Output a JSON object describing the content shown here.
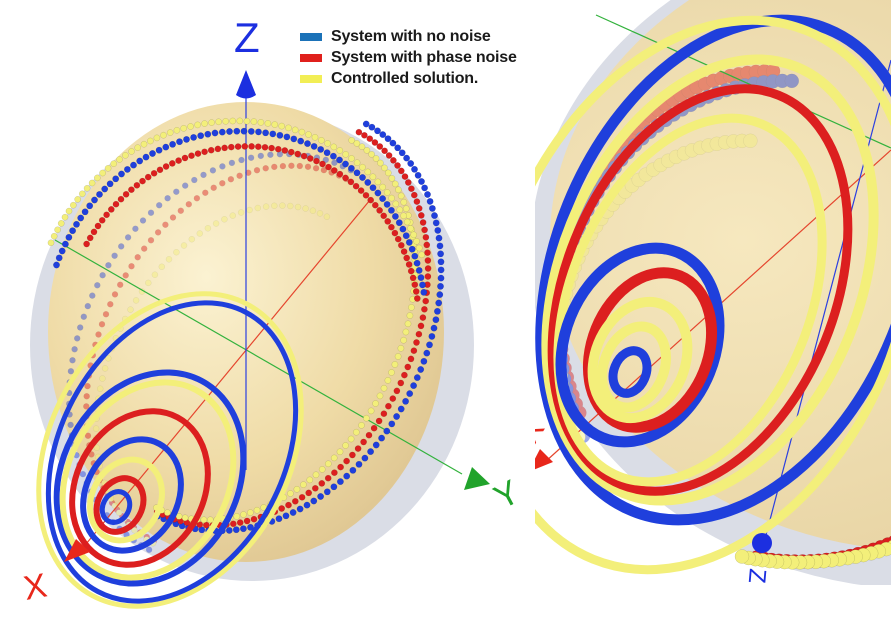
{
  "legend": {
    "items": [
      {
        "label": "System with no noise",
        "color": "#1b72b8"
      },
      {
        "label": "System with phase noise",
        "color": "#e0201c"
      },
      {
        "label": "Controlled solution.",
        "color": "#f2ee55"
      }
    ]
  },
  "colors": {
    "sphere": "#f1dfae",
    "sphere_shadow": "#d9dce4",
    "trajectory_no_noise": "#1f3fdc",
    "trajectory_phase_noise": "#dc1f1f",
    "trajectory_controlled": "#f3ef7a",
    "axis_x": "#e8271b",
    "axis_y": "#21a32b",
    "axis_z": "#1c2fe0"
  },
  "left_view": {
    "axis_x_label": "X",
    "axis_y_label": "Y",
    "axis_z_label": "Z"
  },
  "right_view": {
    "axis_x_label": "X",
    "axis_z_label": "Z"
  }
}
